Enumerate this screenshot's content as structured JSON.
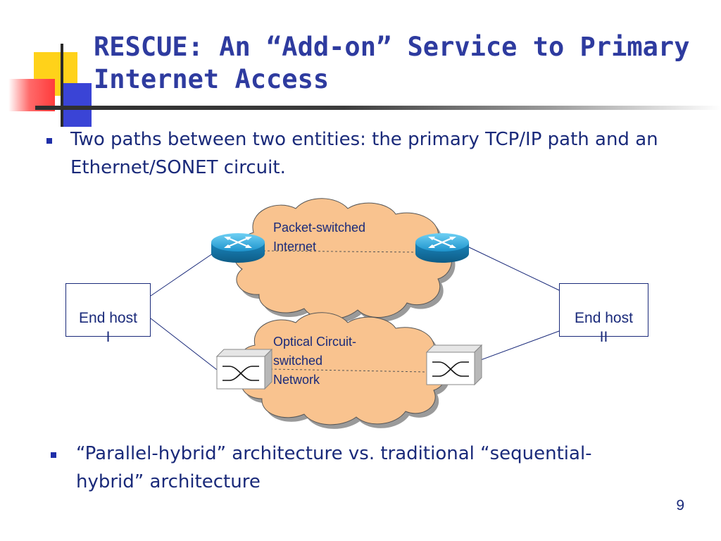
{
  "slide": {
    "title": "RESCUE: An “Add-on” Service to Primary Internet Access",
    "bullets": [
      "Two paths between two entities: the primary TCP/IP path and an Ethernet/SONET circuit.",
      "“Parallel-hybrid” architecture vs. traditional “sequential-hybrid” architecture"
    ],
    "page_number": "9"
  },
  "diagram": {
    "host_left": "End host\nI",
    "host_right": "End host\nII",
    "cloud_top_label": "Packet-switched\nInternet",
    "cloud_bottom_label": "Optical Circuit-\nswitched\nNetwork",
    "colors": {
      "cloud_fill": "#f9c38f",
      "cloud_shadow": "#9a9a9a",
      "router_fill": "#1f9fd6",
      "line": "#1a2a7a",
      "title": "#2e3b9f"
    },
    "icons": {
      "router": "router-icon",
      "optical_switch": "optical-switch-icon"
    }
  }
}
